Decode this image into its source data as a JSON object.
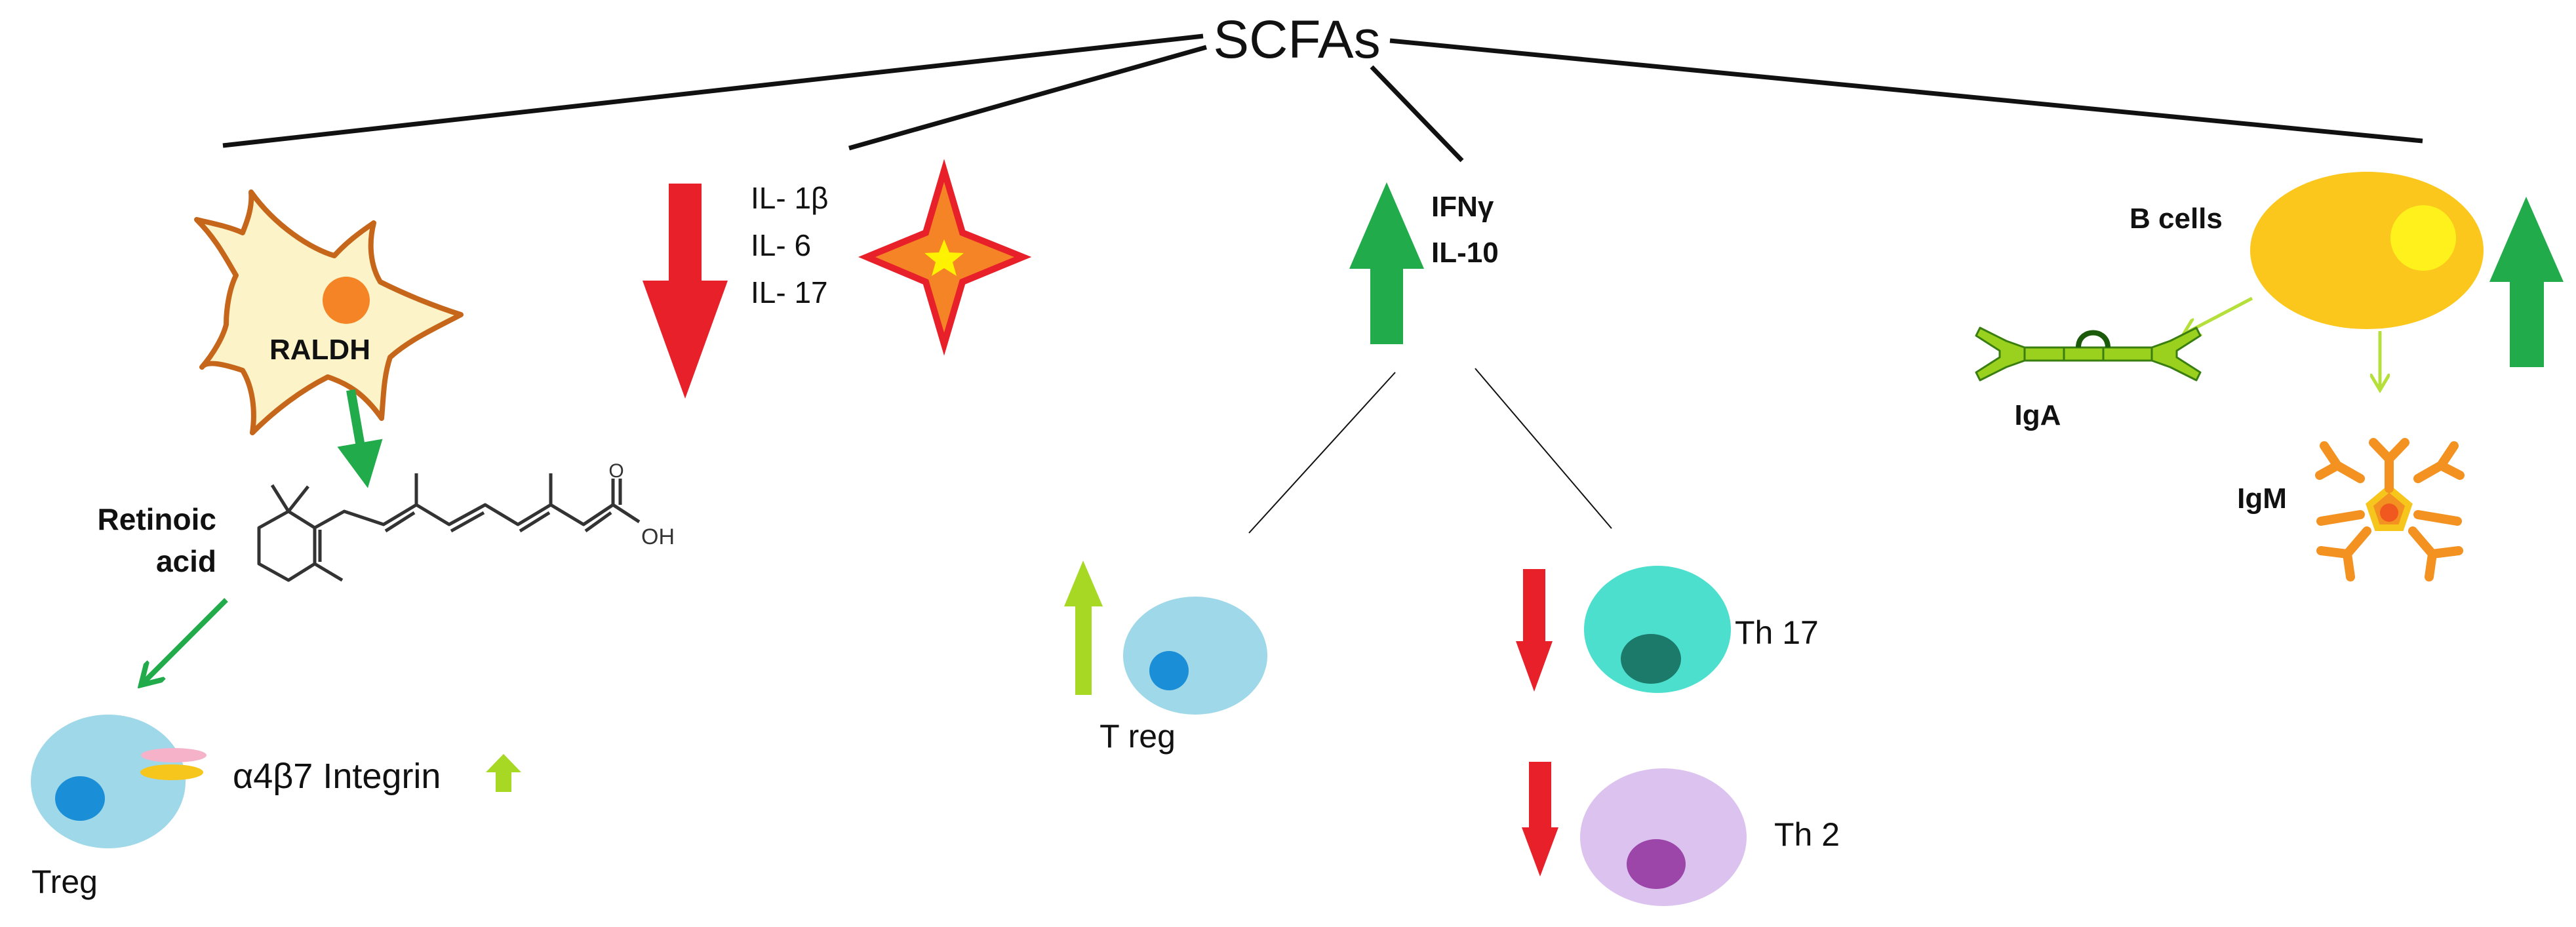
{
  "title": "SCFAs",
  "dendritic_cell": {
    "label": "RALDH"
  },
  "retinoic_acid": {
    "label_line1": "Retinoic",
    "label_line2": "acid",
    "oh_label": "OH",
    "o_label": "O"
  },
  "treg_left": {
    "label": "Treg",
    "integrin_label": "α4β7 Integrin"
  },
  "cytokines_down": [
    "IL- 1β",
    "IL- 6",
    "IL- 17"
  ],
  "cytokines_up": [
    "IFNγ",
    "IL-10"
  ],
  "t_cells": {
    "treg": "T reg",
    "th17": "Th 17",
    "th2": "Th 2"
  },
  "b_cells": {
    "label": "B cells",
    "iga": "IgA",
    "igm": "IgM"
  },
  "colors": {
    "red_arrow": "#e8202a",
    "green_arrow": "#22ab4a",
    "lime_arrow": "#a6d824",
    "dc_fill": "#fdf3c9",
    "dc_outline": "#c5661b",
    "treg_cell": "#9fd8e9",
    "nucleus_blue": "#1a8fd8",
    "th17_cell": "#4ddfce",
    "th17_nucleus": "#1b7a6a",
    "th2_cell": "#dcc3ef",
    "th2_nucleus": "#9b46a8",
    "b_cell": "#fcc71c",
    "b_nucleus": "#fff21c",
    "iga": "#9ad11e",
    "igm": "#f39221"
  }
}
